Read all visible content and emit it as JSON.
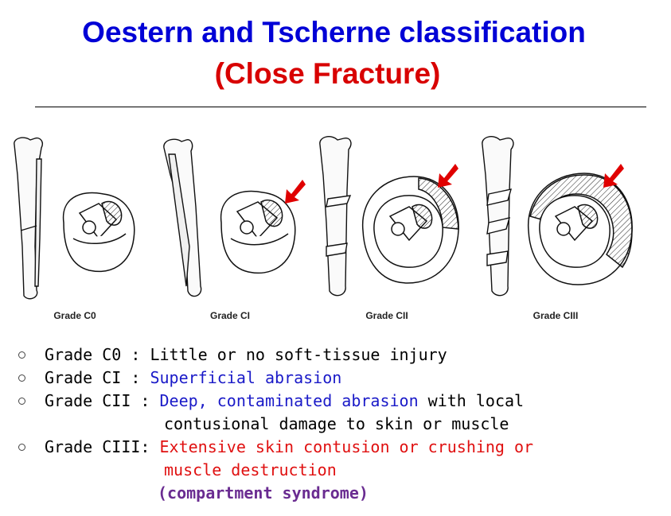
{
  "title": {
    "line1": "Oestern and Tscherne classification",
    "line2": "(Close Fracture)"
  },
  "figure": {
    "labels": [
      "Grade C0",
      "Grade CI",
      "Grade CII",
      "Grade CIII"
    ],
    "arrow_color": "#e00000"
  },
  "grades": [
    {
      "label": "Grade C0 : ",
      "text": "Little or no soft-tissue injury"
    },
    {
      "label": "Grade CI : ",
      "text": "Superficial abrasion",
      "color": "#1a1ac8"
    },
    {
      "label": "Grade CII : ",
      "text_colored": "Deep, contaminated abrasion",
      "text_plain": " with local",
      "continuation": "contusional damage to skin or muscle"
    },
    {
      "label": "Grade CIII: ",
      "text": "Extensive skin contusion or crushing or",
      "continuation": "muscle destruction",
      "note": "(compartment syndrome)"
    }
  ]
}
